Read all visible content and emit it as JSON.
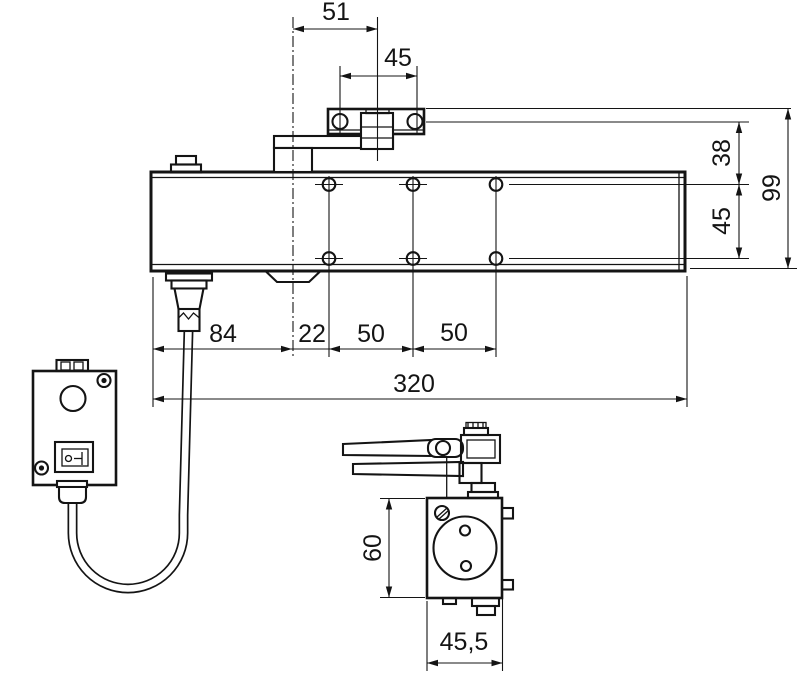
{
  "drawing": {
    "type": "technical-dimension-drawing",
    "subject": "door closer with mounting bracket, power supply box and side view",
    "background_color": "#ffffff",
    "line_color": "#141414",
    "units_shown": false,
    "dimensions": {
      "bracket_pivot_offset": "51",
      "bracket_hole_spacing": "45",
      "body_offset_top": "38",
      "body_hole_rows": "45",
      "overall_height": "99",
      "chain_left": "84",
      "chain_pivot_gap": "22",
      "chain_hole_a": "50",
      "chain_hole_b": "50",
      "overall_length": "320",
      "side_body_height": "60",
      "side_body_width": "45,5"
    }
  }
}
